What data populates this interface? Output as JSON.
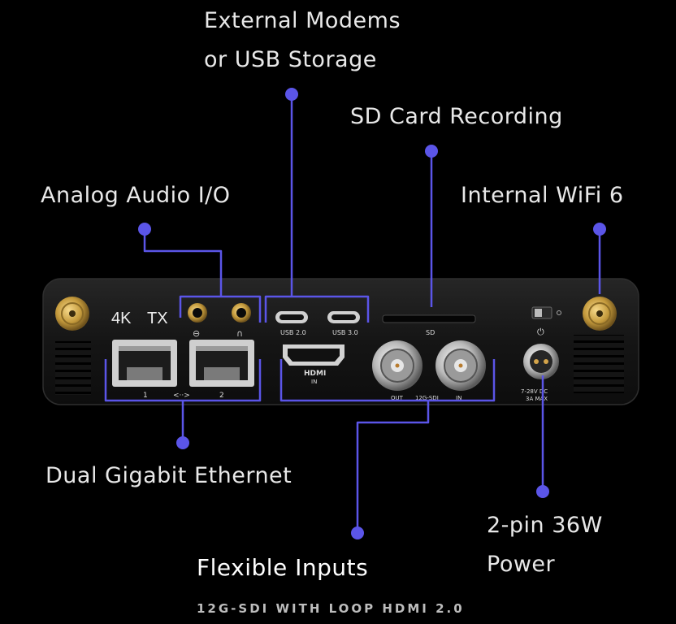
{
  "callouts": {
    "modems_line1": "External Modems",
    "modems_line2": "or USB Storage",
    "sd": "SD Card Recording",
    "audio": "Analog Audio I/O",
    "wifi": "Internal WiFi 6",
    "ethernet": "Dual Gigabit Ethernet",
    "power_line1": "2-pin 36W",
    "power_line2": "Power",
    "inputs": "Flexible Inputs",
    "inputs_sub": "12G-SDI WITH LOOP HDMI 2.0"
  },
  "device": {
    "badge_4k": "4K",
    "badge_tx": "TX",
    "usb_left": "USB 2.0",
    "usb_right": "USB 3.0",
    "sd_slot": "SD",
    "hdmi_logo": "HDMI",
    "hdmi_in": "IN",
    "eth_1": "1",
    "eth_link": "<··>",
    "eth_2": "2",
    "sdi_out": "OUT",
    "sdi_mid": "12G-SDI",
    "sdi_in": "IN",
    "power_rating_1": "7-28V DC",
    "power_rating_2": "3A MAX"
  },
  "colors": {
    "accent": "#5b55e8",
    "background": "#000000",
    "device_body": "#171717"
  }
}
